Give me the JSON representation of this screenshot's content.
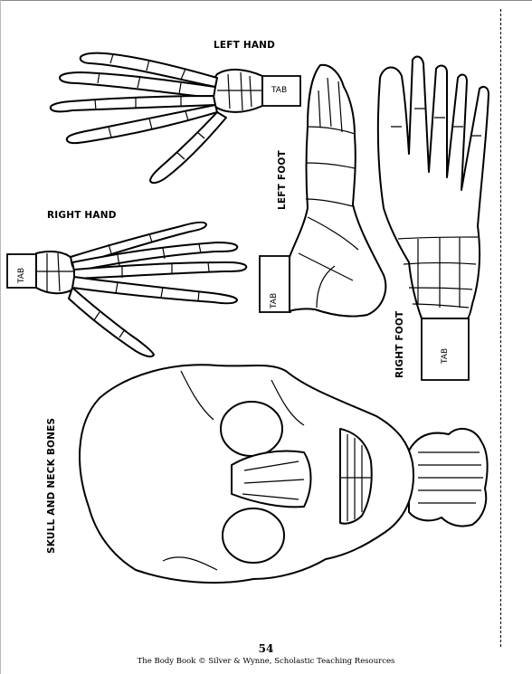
{
  "labels": {
    "left_hand": "LEFT HAND",
    "right_hand": "RIGHT HAND",
    "left_foot": "LEFT FOOT",
    "right_foot": "RIGHT FOOT",
    "skull": "SKULL AND NECK BONES"
  },
  "tab_label": "TAB",
  "footer": {
    "page_number": "54",
    "credit": "The Body Book © Silver & Wynne, Scholastic Teaching Resources"
  }
}
